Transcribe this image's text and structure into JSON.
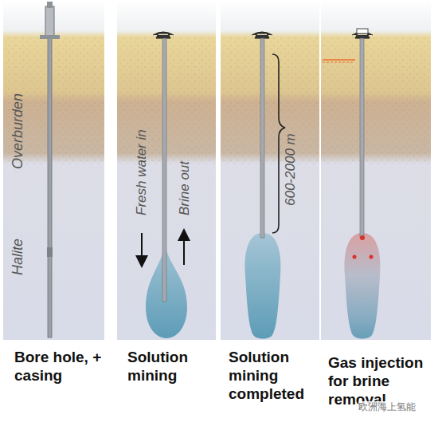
{
  "diagram": {
    "labels": [
      "Overburden",
      "Halite",
      "Fresh water in",
      "Brine out",
      "600-2000 m",
      "Bore hole, + casing",
      "Solution mining",
      "Solution mining completed",
      "Gas injection for brine removal",
      "欧洲海上氢能"
    ]
  }
}
